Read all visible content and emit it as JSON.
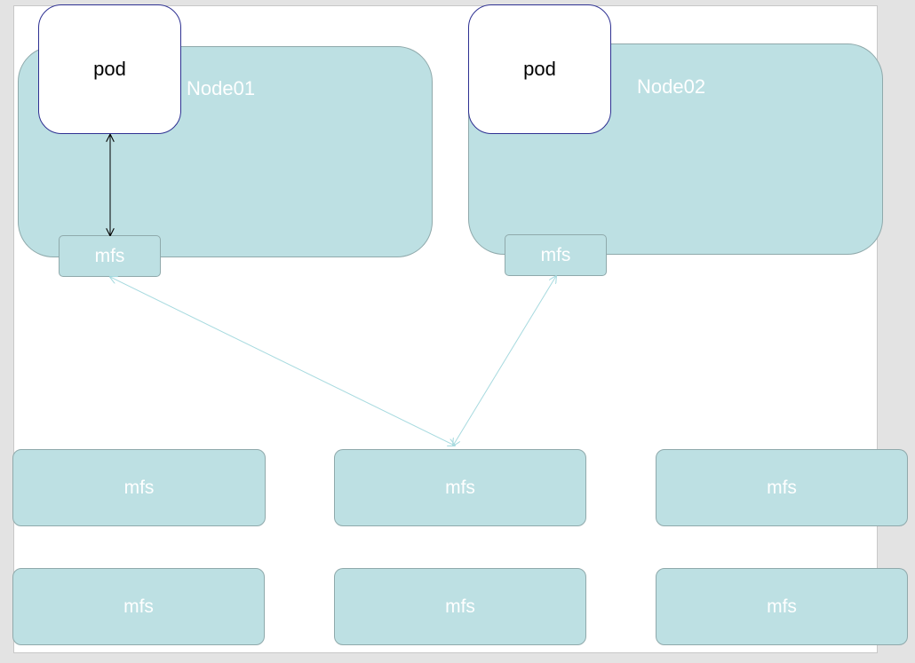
{
  "nodes": [
    {
      "label": "Node01",
      "pod_label": "pod",
      "mfs_label": "mfs"
    },
    {
      "label": "Node02",
      "pod_label": "pod",
      "mfs_label": "mfs"
    }
  ],
  "cluster_mfs": [
    {
      "label": "mfs"
    },
    {
      "label": "mfs"
    },
    {
      "label": "mfs"
    },
    {
      "label": "mfs"
    },
    {
      "label": "mfs"
    },
    {
      "label": "mfs"
    }
  ],
  "colors": {
    "box_fill": "#bde0e3",
    "pod_border": "#2e3192",
    "mfs_link": "#a7dadf",
    "pod_link": "#000000"
  }
}
